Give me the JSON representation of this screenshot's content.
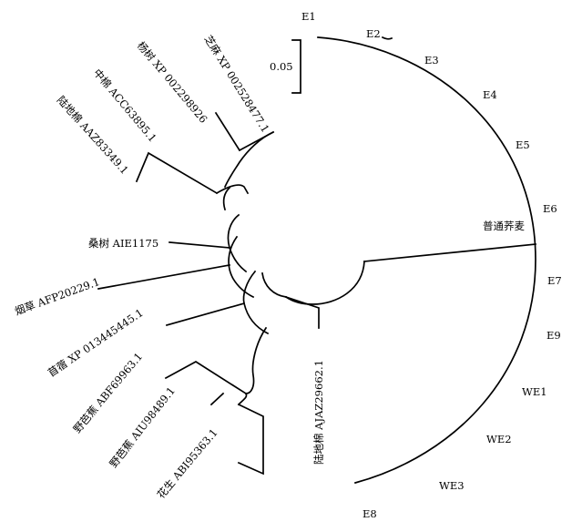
{
  "scale_bar": {
    "label": "0.05"
  },
  "outer_labels": [
    {
      "id": "e1",
      "text": "E1"
    },
    {
      "id": "e2",
      "text": "E2"
    },
    {
      "id": "e3",
      "text": "E3"
    },
    {
      "id": "e4",
      "text": "E4"
    },
    {
      "id": "e5",
      "text": "E5"
    },
    {
      "id": "e6",
      "text": "E6"
    },
    {
      "id": "e7",
      "text": "E7"
    },
    {
      "id": "e9",
      "text": "E9"
    },
    {
      "id": "we1",
      "text": "WE1"
    },
    {
      "id": "we2",
      "text": "WE2"
    },
    {
      "id": "we3",
      "text": "WE3"
    },
    {
      "id": "e8",
      "text": "E8"
    }
  ],
  "taxa": [
    {
      "id": "buckwheat",
      "text": "普通荞麦"
    },
    {
      "id": "sesame",
      "text": "芝麻 XP 002528477.1"
    },
    {
      "id": "poplar",
      "text": "杨树 XP 002298926"
    },
    {
      "id": "cotton-acc",
      "text": "中棉 ACC63895.1"
    },
    {
      "id": "upland-cotton-aaz",
      "text": "陆地棉 AAZ83349.1"
    },
    {
      "id": "mulberry",
      "text": "桑树 AIE1175"
    },
    {
      "id": "tobacco",
      "text": "烟草 AFP20229.1"
    },
    {
      "id": "alfalfa",
      "text": "苜蓿 XP 013445445.1"
    },
    {
      "id": "banana-abf",
      "text": "野芭蕉 ABF69963.1"
    },
    {
      "id": "banana-aiu",
      "text": "野芭蕉 AIU98489.1"
    },
    {
      "id": "peanut",
      "text": "花生 ABI95363.1"
    },
    {
      "id": "upland-cotton-aja",
      "text": "陆地棉 AJAZ29662.1"
    }
  ]
}
